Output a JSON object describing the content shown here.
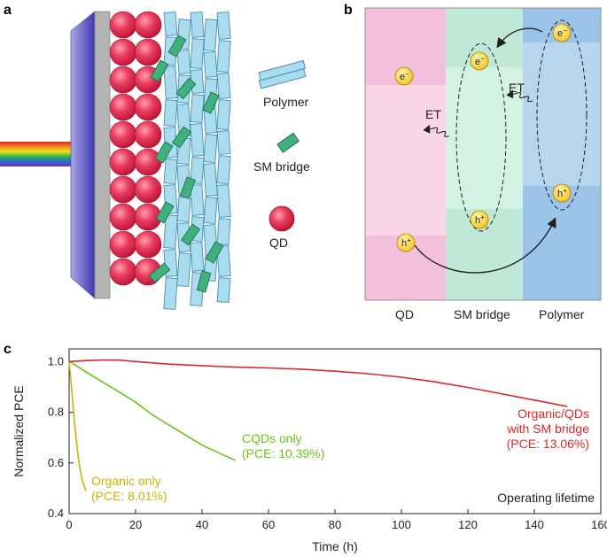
{
  "panels": {
    "a": {
      "label": "a",
      "legend": [
        "Polymer",
        "SM bridge",
        "QD"
      ]
    },
    "b": {
      "label": "b",
      "columns": [
        "QD",
        "SM bridge",
        "Polymer"
      ],
      "et_label": "ET",
      "electron": "e",
      "electron_sup": "−",
      "hole": "h",
      "hole_sup": "+"
    },
    "c": {
      "label": "c"
    }
  },
  "colors": {
    "qd_pink": "#f2a6cf",
    "bridge_green": "#a5e0c6",
    "polymer_blue": "#8fb9e2",
    "organic": "#c8b400",
    "cqd": "#6cc21a",
    "hybrid": "#d72828"
  },
  "chart_data": {
    "type": "line",
    "xlabel": "Time (h)",
    "ylabel": "Normalized PCE",
    "xlim": [
      0,
      160
    ],
    "ylim": [
      0.4,
      1.05
    ],
    "xticks": [
      0,
      20,
      40,
      60,
      80,
      100,
      120,
      140,
      160
    ],
    "yticks": [
      0.4,
      0.6,
      0.8,
      1.0
    ],
    "corner_note": "Operating lifetime",
    "grid": false,
    "series": [
      {
        "name": "Organic only",
        "pce": "(PCE: 8.01%)",
        "color": "#c8b400",
        "x": [
          0,
          0.5,
          1,
          1.5,
          2,
          2.5,
          3,
          3.5,
          4,
          4.5,
          5
        ],
        "y": [
          1.0,
          0.93,
          0.85,
          0.78,
          0.71,
          0.65,
          0.6,
          0.56,
          0.53,
          0.51,
          0.49
        ]
      },
      {
        "name": "CQDs only",
        "pce": "(PCE: 10.39%)",
        "color": "#6cc21a",
        "x": [
          0,
          2,
          5,
          10,
          15,
          20,
          25,
          30,
          35,
          40,
          45,
          50
        ],
        "y": [
          1.0,
          0.985,
          0.96,
          0.92,
          0.88,
          0.84,
          0.79,
          0.75,
          0.71,
          0.67,
          0.64,
          0.61
        ]
      },
      {
        "name": "Organic/QDs with SM bridge",
        "name_lines": [
          "Organic/QDs",
          "with SM bridge"
        ],
        "pce": "(PCE: 13.06%)",
        "color": "#d72828",
        "x": [
          0,
          5,
          10,
          15,
          20,
          30,
          40,
          50,
          60,
          70,
          80,
          90,
          100,
          110,
          120,
          130,
          140,
          150
        ],
        "y": [
          1.0,
          1.004,
          1.006,
          1.006,
          1.0,
          0.99,
          0.984,
          0.978,
          0.975,
          0.97,
          0.962,
          0.952,
          0.938,
          0.92,
          0.898,
          0.873,
          0.848,
          0.823
        ]
      }
    ]
  }
}
